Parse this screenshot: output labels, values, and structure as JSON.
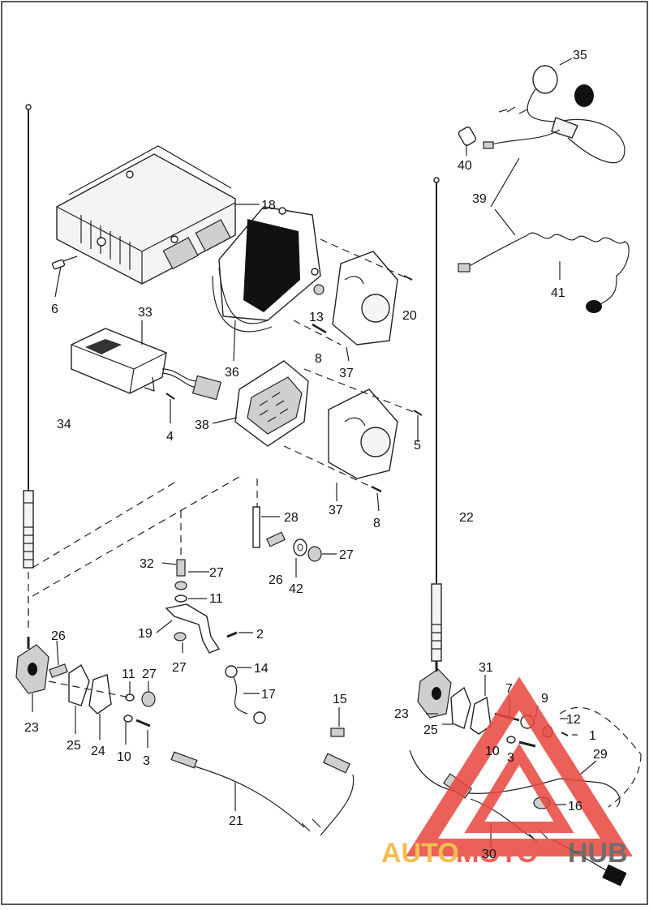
{
  "callouts": [
    {
      "id": "c35",
      "text": "35"
    },
    {
      "id": "c40",
      "text": "40"
    },
    {
      "id": "c39",
      "text": "39"
    },
    {
      "id": "c41",
      "text": "41"
    },
    {
      "id": "c18",
      "text": "18"
    },
    {
      "id": "c6",
      "text": "6"
    },
    {
      "id": "c13",
      "text": "13"
    },
    {
      "id": "c20",
      "text": "20"
    },
    {
      "id": "c8a",
      "text": "8"
    },
    {
      "id": "c36",
      "text": "36"
    },
    {
      "id": "c37a",
      "text": "37"
    },
    {
      "id": "c33",
      "text": "33"
    },
    {
      "id": "c4",
      "text": "4"
    },
    {
      "id": "c38",
      "text": "38"
    },
    {
      "id": "c5",
      "text": "5"
    },
    {
      "id": "c34",
      "text": "34"
    },
    {
      "id": "c37b",
      "text": "37"
    },
    {
      "id": "c8b",
      "text": "8"
    },
    {
      "id": "c22",
      "text": "22"
    },
    {
      "id": "c28",
      "text": "28"
    },
    {
      "id": "c32",
      "text": "32"
    },
    {
      "id": "c27a",
      "text": "27"
    },
    {
      "id": "c26a",
      "text": "26"
    },
    {
      "id": "c42",
      "text": "42"
    },
    {
      "id": "c27b",
      "text": "27"
    },
    {
      "id": "c11a",
      "text": "11"
    },
    {
      "id": "c19",
      "text": "19"
    },
    {
      "id": "c2",
      "text": "2"
    },
    {
      "id": "c27c",
      "text": "27"
    },
    {
      "id": "c26b",
      "text": "26"
    },
    {
      "id": "c14",
      "text": "14"
    },
    {
      "id": "c17",
      "text": "17"
    },
    {
      "id": "c11b",
      "text": "11"
    },
    {
      "id": "c27d",
      "text": "27"
    },
    {
      "id": "c23a",
      "text": "23"
    },
    {
      "id": "c25a",
      "text": "25"
    },
    {
      "id": "c24",
      "text": "24"
    },
    {
      "id": "c10a",
      "text": "10"
    },
    {
      "id": "c3a",
      "text": "3"
    },
    {
      "id": "c15",
      "text": "15"
    },
    {
      "id": "c21",
      "text": "21"
    },
    {
      "id": "c31",
      "text": "31"
    },
    {
      "id": "c7",
      "text": "7"
    },
    {
      "id": "c9",
      "text": "9"
    },
    {
      "id": "c23b",
      "text": "23"
    },
    {
      "id": "c12",
      "text": "12"
    },
    {
      "id": "c25b",
      "text": "25"
    },
    {
      "id": "c1",
      "text": "1"
    },
    {
      "id": "c10b",
      "text": "10"
    },
    {
      "id": "c3b",
      "text": "3"
    },
    {
      "id": "c29",
      "text": "29"
    },
    {
      "id": "c16",
      "text": "16"
    },
    {
      "id": "c30",
      "text": "30"
    }
  ],
  "watermark": {
    "part1": "AUTO",
    "part2": "MOTO",
    "part3": "HUB",
    "color_primary": "#e8453c",
    "color_secondary": "#f2b233",
    "color_tertiary": "#555555"
  }
}
